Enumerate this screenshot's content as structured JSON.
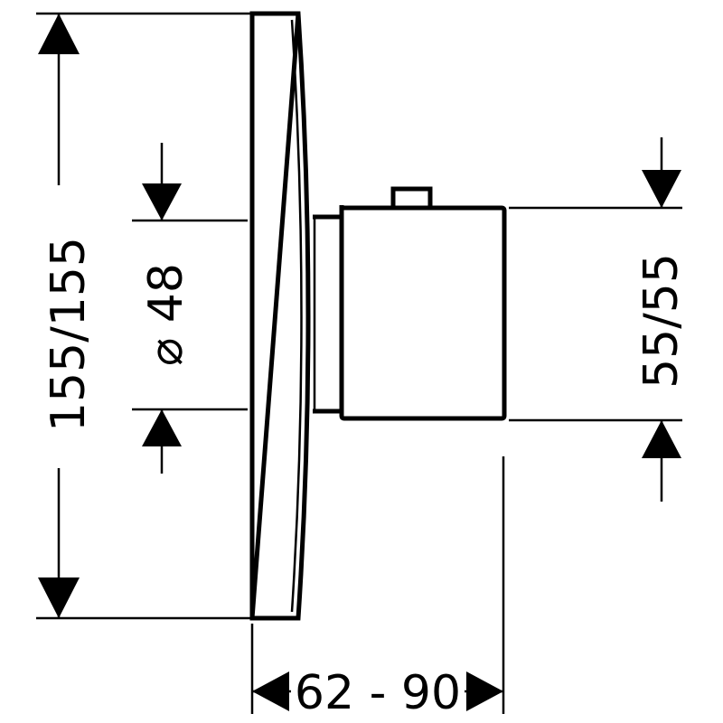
{
  "dimensions": {
    "overall_height": "155/155",
    "hole_diameter": "⌀ 48",
    "handle_height": "55/55",
    "projection": "62 - 90"
  }
}
